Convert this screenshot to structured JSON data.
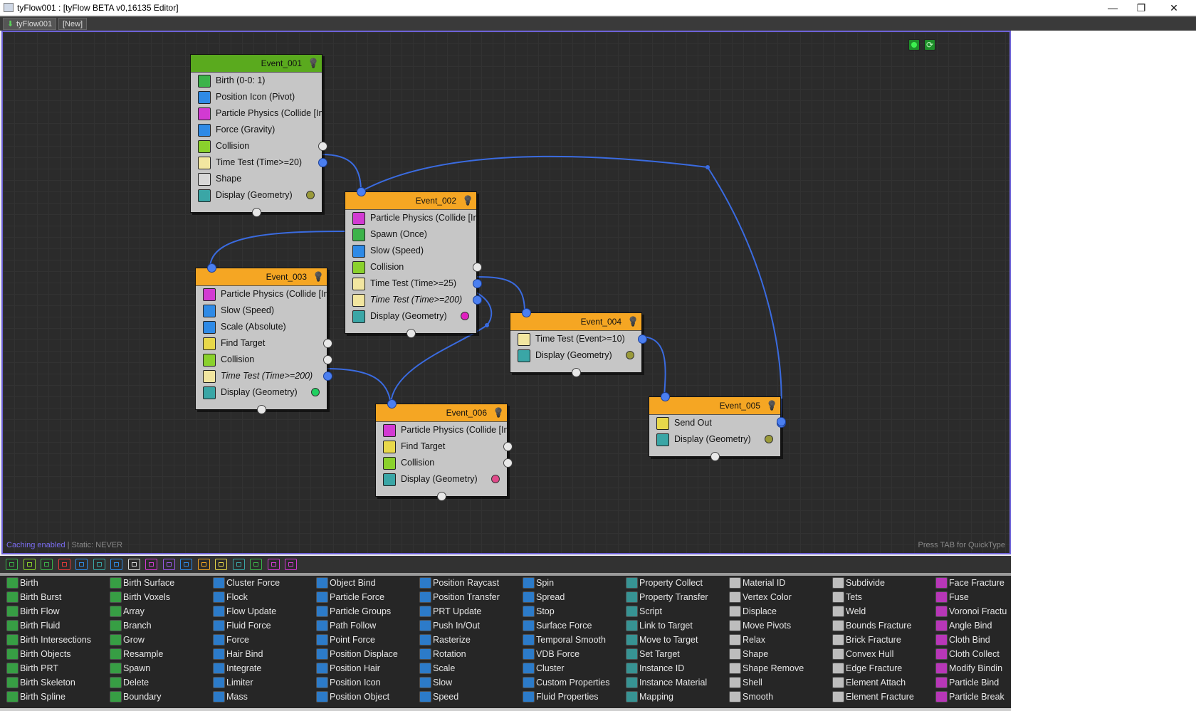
{
  "window": {
    "title": "tyFlow001 : [tyFlow BETA v0,16135 Editor]",
    "min": "—",
    "max": "❐",
    "close": "✕"
  },
  "tabs": [
    "tyFlow001",
    "[New]"
  ],
  "status": {
    "caching": "Caching enabled",
    "static": " | Static: NEVER",
    "hint": "Press TAB for QuickType"
  },
  "colors": {
    "accent": "#6e63d8",
    "wire": "#3a6be0",
    "event_green": "#5aaa1e",
    "event_orange": "#f5a623"
  },
  "events": [
    {
      "title": "Event_001",
      "header": "green",
      "ops": [
        {
          "label": "Birth (0-0: 1)",
          "icon": "birth-icon",
          "color": "#3bb34a"
        },
        {
          "label": "Position Icon (Pivot)",
          "icon": "position-icon",
          "color": "#2e8ae6"
        },
        {
          "label": "Particle Physics (Collide [In...",
          "icon": "particle-physics-icon",
          "color": "#d23ad2"
        },
        {
          "label": "Force (Gravity)",
          "icon": "force-icon",
          "color": "#2e8ae6"
        },
        {
          "label": "Collision",
          "icon": "collision-icon",
          "color": "#8ad12c"
        },
        {
          "label": "Time Test (Time>=20)",
          "icon": "clock-icon",
          "color": "#f2e6a0"
        },
        {
          "label": "Shape",
          "icon": "shape-icon",
          "color": "#d8d8d8"
        },
        {
          "label": "Display (Geometry)",
          "icon": "display-icon",
          "color": "#3aa6a6"
        }
      ],
      "display_dot": "#9a9a3a"
    },
    {
      "title": "Event_002",
      "header": "orange",
      "ops": [
        {
          "label": "Particle Physics (Collide [In...",
          "icon": "particle-physics-icon",
          "color": "#d23ad2"
        },
        {
          "label": "Spawn (Once)",
          "icon": "spawn-icon",
          "color": "#3bb34a"
        },
        {
          "label": "Slow (Speed)",
          "icon": "slow-icon",
          "color": "#2e8ae6"
        },
        {
          "label": "Collision",
          "icon": "collision-icon",
          "color": "#8ad12c"
        },
        {
          "label": "Time Test (Time>=25)",
          "icon": "clock-icon",
          "color": "#f2e6a0"
        },
        {
          "label": "Time Test (Time>=200)",
          "icon": "clock-icon",
          "color": "#f2e6a0",
          "italic": true
        },
        {
          "label": "Display (Geometry)",
          "icon": "display-icon",
          "color": "#3aa6a6"
        }
      ],
      "display_dot": "#e020c0"
    },
    {
      "title": "Event_003",
      "header": "orange",
      "ops": [
        {
          "label": "Particle Physics (Collide [In...",
          "icon": "particle-physics-icon",
          "color": "#d23ad2"
        },
        {
          "label": "Slow (Speed)",
          "icon": "slow-icon",
          "color": "#2e8ae6"
        },
        {
          "label": "Scale (Absolute)",
          "icon": "scale-icon",
          "color": "#2e8ae6"
        },
        {
          "label": "Find Target",
          "icon": "find-target-icon",
          "color": "#e8d84a"
        },
        {
          "label": "Collision",
          "icon": "collision-icon",
          "color": "#8ad12c"
        },
        {
          "label": "Time Test (Time>=200)",
          "icon": "clock-icon",
          "color": "#f2e6a0",
          "italic": true
        },
        {
          "label": "Display (Geometry)",
          "icon": "display-icon",
          "color": "#3aa6a6"
        }
      ],
      "display_dot": "#20d060"
    },
    {
      "title": "Event_004",
      "header": "orange",
      "ops": [
        {
          "label": "Time Test (Event>=10)",
          "icon": "clock-icon",
          "color": "#f2e6a0"
        },
        {
          "label": "Display (Geometry)",
          "icon": "display-icon",
          "color": "#3aa6a6"
        }
      ],
      "display_dot": "#9a9a3a"
    },
    {
      "title": "Event_005",
      "header": "orange",
      "ops": [
        {
          "label": "Send Out",
          "icon": "send-out-icon",
          "color": "#e8d84a"
        },
        {
          "label": "Display (Geometry)",
          "icon": "display-icon",
          "color": "#3aa6a6"
        }
      ],
      "display_dot": "#9a9a3a"
    },
    {
      "title": "Event_006",
      "header": "orange",
      "ops": [
        {
          "label": "Particle Physics (Collide [In...",
          "icon": "particle-physics-icon",
          "color": "#d23ad2"
        },
        {
          "label": "Find Target",
          "icon": "find-target-icon",
          "color": "#e8d84a"
        },
        {
          "label": "Collision",
          "icon": "collision-icon",
          "color": "#8ad12c"
        },
        {
          "label": "Display (Geometry)",
          "icon": "display-icon",
          "color": "#3aa6a6"
        }
      ],
      "display_dot": "#e04a8a"
    }
  ],
  "palette_filters": [
    "#3bb34a",
    "#8ad12c",
    "#3bb34a",
    "#e23a3a",
    "#2e8ae6",
    "#3aa6a6",
    "#2e8ae6",
    "#d8d8d8",
    "#d23ad2",
    "#9a5ae6",
    "#2e8ae6",
    "#f5a623",
    "#e8d84a",
    "#3aa6a6",
    "#3bb34a",
    "#d23ad2",
    "#d23ad2"
  ],
  "palette": [
    {
      "color": "#3bb34a",
      "items": [
        "Birth",
        "Birth Burst",
        "Birth Flow",
        "Birth Fluid",
        "Birth Intersections",
        "Birth Objects",
        "Birth PRT",
        "Birth Skeleton",
        "Birth Spline"
      ]
    },
    {
      "color": "#3bb34a",
      "items": [
        "Birth Surface",
        "Birth Voxels",
        "Array",
        "Branch",
        "Grow",
        "Resample",
        "Spawn",
        "Delete",
        "Boundary"
      ]
    },
    {
      "color": "#2e8ae6",
      "items": [
        "Cluster Force",
        "Flock",
        "Flow Update",
        "Fluid Force",
        "Force",
        "Hair Bind",
        "Integrate",
        "Limiter",
        "Mass"
      ]
    },
    {
      "color": "#2e8ae6",
      "items": [
        "Object Bind",
        "Particle Force",
        "Particle Groups",
        "Path Follow",
        "Point Force",
        "Position Displace",
        "Position Hair",
        "Position Icon",
        "Position Object"
      ]
    },
    {
      "color": "#2e8ae6",
      "items": [
        "Position Raycast",
        "Position Transfer",
        "PRT Update",
        "Push In/Out",
        "Rasterize",
        "Rotation",
        "Scale",
        "Slow",
        "Speed"
      ]
    },
    {
      "color": "#2e8ae6",
      "items": [
        "Spin",
        "Spread",
        "Stop",
        "Surface Force",
        "Temporal Smooth",
        "VDB Force",
        "Cluster",
        "Custom Properties",
        "Fluid Properties"
      ]
    },
    {
      "color": "#3aa6a6",
      "items": [
        "Property Collect",
        "Property Transfer",
        "Script",
        "Link to Target",
        "Move to Target",
        "Set Target",
        "Instance ID",
        "Instance Material",
        "Mapping"
      ]
    },
    {
      "color": "#d8d8d8",
      "items": [
        "Material ID",
        "Vertex Color",
        "Displace",
        "Move Pivots",
        "Relax",
        "Shape",
        "Shape Remove",
        "Shell",
        "Smooth"
      ]
    },
    {
      "color": "#d8d8d8",
      "items": [
        "Subdivide",
        "Tets",
        "Weld",
        "Bounds Fracture",
        "Brick Fracture",
        "Convex Hull",
        "Edge Fracture",
        "Element Attach",
        "Element Fracture"
      ]
    },
    {
      "color": "#d23ad2",
      "items": [
        "Face Fracture",
        "Fuse",
        "Voronoi Fractu",
        "Angle Bind",
        "Cloth Bind",
        "Cloth Collect",
        "Modify Bindin",
        "Particle Bind",
        "Particle Break"
      ]
    }
  ]
}
